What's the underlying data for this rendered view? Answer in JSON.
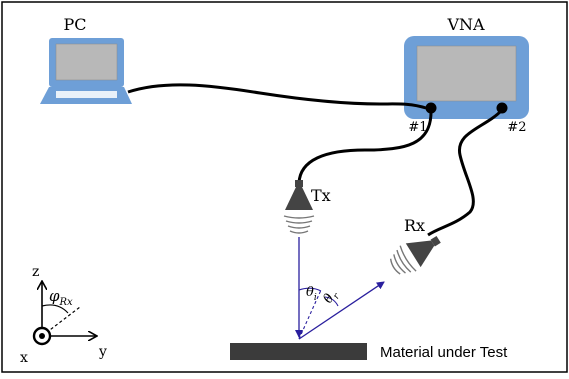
{
  "labels": {
    "pc": "PC",
    "vna": "VNA",
    "port1": "#1",
    "port2": "#2",
    "tx": "Tx",
    "rx": "Rx",
    "material": "Material under Test",
    "theta_i_base": "θ",
    "theta_i_sub": "i",
    "theta_r_base": "θ",
    "theta_r_sub": "r",
    "phi_base": "φ",
    "phi_sub": "Rx",
    "axis_z": "z",
    "axis_y": "y",
    "axis_x": "x"
  },
  "colors": {
    "device_blue": "#6e9fd7",
    "screen_gray": "#b8b8b8",
    "cable": "#000000",
    "antenna": "#444444",
    "beam": "#2a1f9e",
    "material": "#3b3b3b",
    "frame": "#000000"
  },
  "icons": {
    "pc": "laptop-icon",
    "vna": "vna-instrument-icon",
    "tx": "horn-antenna-icon",
    "rx": "horn-antenna-icon",
    "coords": "coordinate-axes-icon"
  }
}
